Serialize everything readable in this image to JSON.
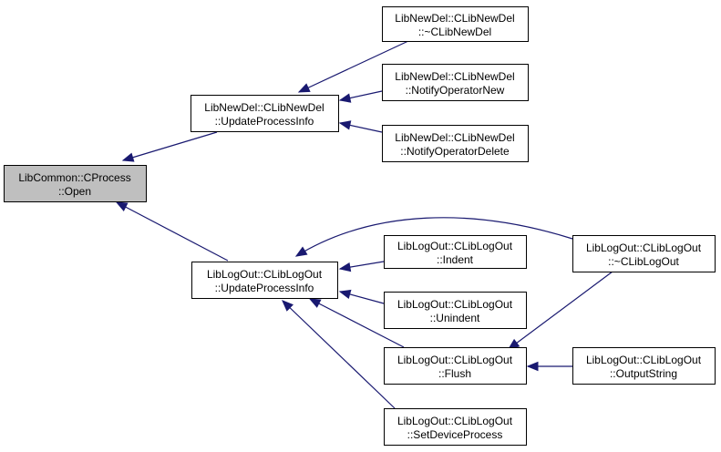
{
  "colors": {
    "edge": "#191970",
    "root_fill": "#bfbfbf",
    "node_fill": "#ffffff",
    "border": "#000000"
  },
  "nodes": [
    {
      "id": "root",
      "line1": "LibCommon::CProcess",
      "line2": "::Open"
    },
    {
      "id": "nd_upd",
      "line1": "LibNewDel::CLibNewDel",
      "line2": "::UpdateProcessInfo"
    },
    {
      "id": "nd_dtor",
      "line1": "LibNewDel::CLibNewDel",
      "line2": "::~CLibNewDel"
    },
    {
      "id": "nd_new",
      "line1": "LibNewDel::CLibNewDel",
      "line2": "::NotifyOperatorNew"
    },
    {
      "id": "nd_del",
      "line1": "LibNewDel::CLibNewDel",
      "line2": "::NotifyOperatorDelete"
    },
    {
      "id": "lo_upd",
      "line1": "LibLogOut::CLibLogOut",
      "line2": "::UpdateProcessInfo"
    },
    {
      "id": "lo_indent",
      "line1": "LibLogOut::CLibLogOut",
      "line2": "::Indent"
    },
    {
      "id": "lo_unindent",
      "line1": "LibLogOut::CLibLogOut",
      "line2": "::Unindent"
    },
    {
      "id": "lo_flush",
      "line1": "LibLogOut::CLibLogOut",
      "line2": "::Flush"
    },
    {
      "id": "lo_setdev",
      "line1": "LibLogOut::CLibLogOut",
      "line2": "::SetDeviceProcess"
    },
    {
      "id": "lo_dtor",
      "line1": "LibLogOut::CLibLogOut",
      "line2": "::~CLibLogOut"
    },
    {
      "id": "lo_out",
      "line1": "LibLogOut::CLibLogOut",
      "line2": "::OutputString"
    }
  ],
  "edges": [
    {
      "from": "nd_upd",
      "to": "root"
    },
    {
      "from": "lo_upd",
      "to": "root"
    },
    {
      "from": "nd_dtor",
      "to": "nd_upd"
    },
    {
      "from": "nd_new",
      "to": "nd_upd"
    },
    {
      "from": "nd_del",
      "to": "nd_upd"
    },
    {
      "from": "lo_dtor",
      "to": "lo_upd"
    },
    {
      "from": "lo_indent",
      "to": "lo_upd"
    },
    {
      "from": "lo_unindent",
      "to": "lo_upd"
    },
    {
      "from": "lo_flush",
      "to": "lo_upd"
    },
    {
      "from": "lo_setdev",
      "to": "lo_upd"
    },
    {
      "from": "lo_dtor",
      "to": "lo_flush"
    },
    {
      "from": "lo_out",
      "to": "lo_flush"
    }
  ]
}
